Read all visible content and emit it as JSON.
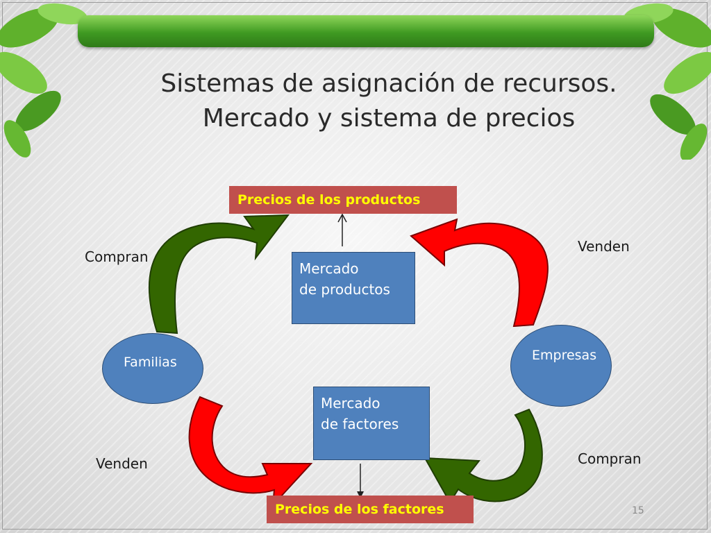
{
  "slide": {
    "title_line1": "Sistemas de asignación de recursos.",
    "title_line2": "Mercado y sistema de precios",
    "slide_number": "15"
  },
  "diagram": {
    "banner_top": "Precios de los productos",
    "banner_bottom": "Precios de los factores",
    "box_products_line1": "Mercado",
    "box_products_line2": "de productos",
    "box_factors_line1": "Mercado",
    "box_factors_line2": "de factores",
    "node_familias": "Familias",
    "node_empresas": "Empresas",
    "label_compran_top_left": "Compran",
    "label_venden_top_right": "Venden",
    "label_venden_bottom_left": "Venden",
    "label_compran_bottom_right": "Compran"
  },
  "colors": {
    "green_arrow": "#336600",
    "red_arrow": "#ff0000",
    "node_blue": "#4f81bd",
    "banner_red": "#c0504d",
    "banner_text": "#ffff00"
  }
}
